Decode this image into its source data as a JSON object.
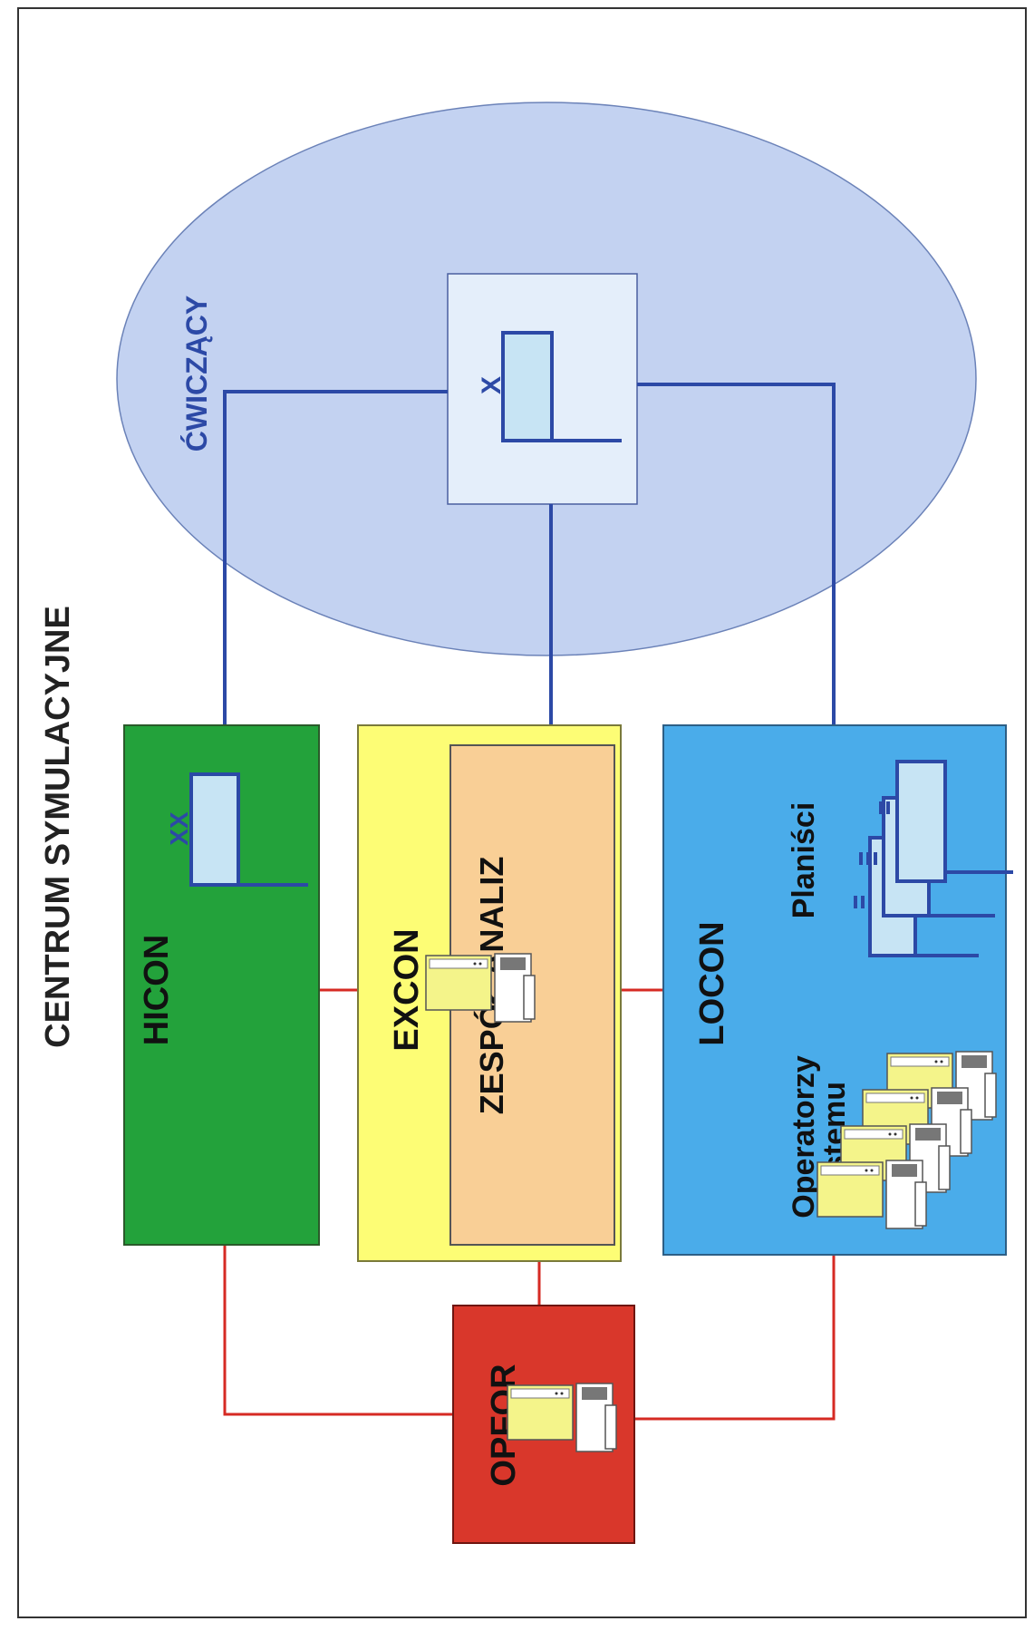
{
  "title": "CENTRUM SYMULACYJNE",
  "ellipse": {
    "label": "ĆWICZĄCY",
    "color": "#c3d2f1"
  },
  "boxes": {
    "hicon": {
      "label": "HICON",
      "color": "#23a23b"
    },
    "excon": {
      "label": "EXCON",
      "color": "#fdfd75"
    },
    "zespol": {
      "label": "ZESPÓŁ ANALIZ",
      "color": "#f9cf96"
    },
    "locon": {
      "label": "LOCON",
      "color": "#4aacea"
    },
    "opfor": {
      "label": "OPFOR",
      "color": "#d9372b"
    }
  },
  "locon_groups": {
    "planisci": "Planiści",
    "operatorzy_line1": "Operatorzy",
    "operatorzy_line2": "systemu"
  },
  "marks": {
    "hicon_mark": "XX",
    "cwiczacy_mark": "X"
  },
  "connector_colors": {
    "blue": "#2c49a6",
    "red": "#d62a23"
  },
  "icons": [
    "unit-symbol-icon",
    "computer-terminal-icon"
  ]
}
